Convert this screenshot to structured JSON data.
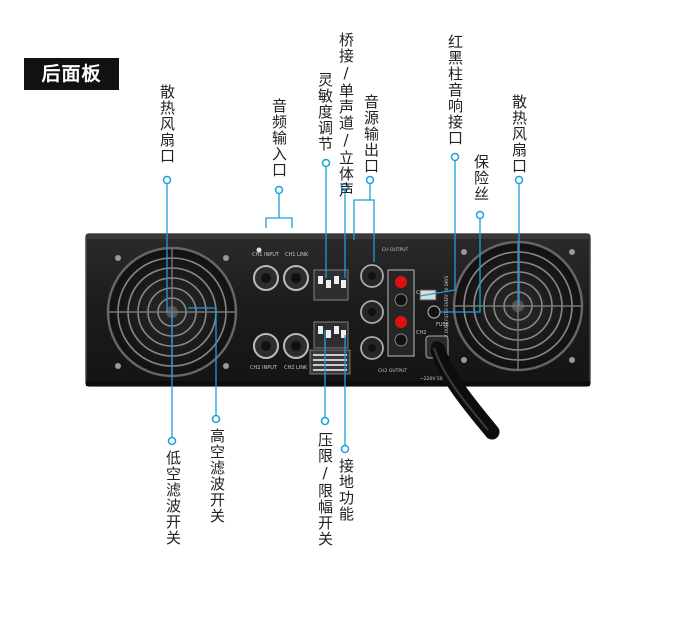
{
  "header": {
    "badge": "后面板"
  },
  "labels": {
    "fan_left": "散热风扇口",
    "audio_input": "音频输入口",
    "sensitivity": "灵敏度调节",
    "bridge_mode": "桥接/单声道/立体声",
    "audio_output": "音源输出口",
    "binding_post": "红黑柱音响接口",
    "fuse": "保险丝",
    "fan_right": "散热风扇口",
    "low_cut": "低空滤波开关",
    "high_cut": "高空滤波开关",
    "compressor_limiter": "压限/限幅开关",
    "ground": "接地功能"
  },
  "panel_text": {
    "ch1_input": "CH1 INPUT",
    "ch1_link": "CH1 LINK",
    "ch2_input": "CH2 INPUT",
    "ch2_link": "CH2 LINK",
    "ch_output": "CH OUTPUT",
    "ch2_output": "CH2 OUTPUT",
    "ch1": "CH1",
    "ch2": "CH2",
    "clean_text": "CLEAN YOUR DUST FILTER EVERY 30 DAYS",
    "fuse_label": "FUSE",
    "voltage": "~220V 50-60Hz"
  },
  "colors": {
    "accent": "#1aa0d8",
    "panel": "#1c1c1c",
    "badge_bg": "#111111"
  }
}
